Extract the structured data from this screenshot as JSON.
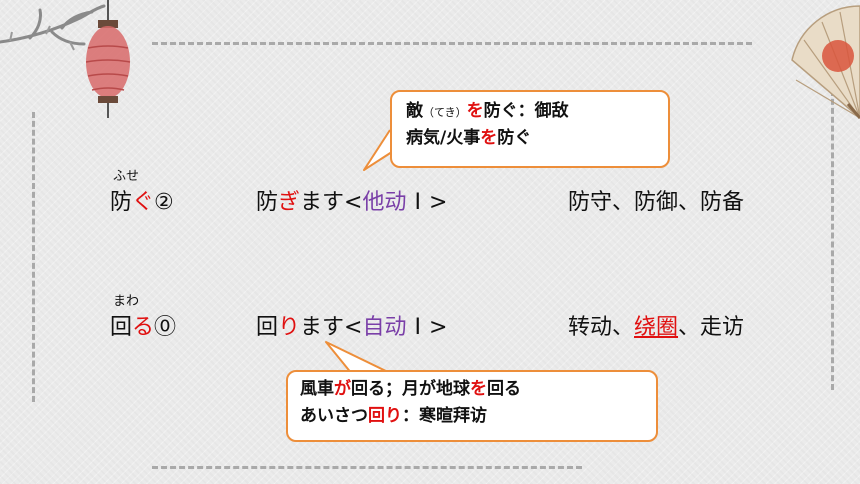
{
  "rows": [
    {
      "reading": "ふせ",
      "word_base": "防",
      "word_okurigana": "ぐ",
      "accent": "②",
      "polite_base": "防",
      "polite_red": "ぎ",
      "polite_rest": "ます",
      "conj_open": "<",
      "conj_type": "他动",
      "conj_class": "Ⅰ",
      "conj_close": ">",
      "meaning_1": "防守、防御、防备"
    },
    {
      "reading": "まわ",
      "word_base": "回",
      "word_okurigana": "る",
      "accent": "⓪",
      "polite_base": "回",
      "polite_red": "り",
      "polite_rest": "ます",
      "conj_open": "<",
      "conj_type": "自动",
      "conj_class": "Ⅰ",
      "conj_close": ">",
      "meaning_1": "转动、",
      "meaning_2": "绕圈",
      "meaning_3": "、走访"
    }
  ],
  "callout_top": {
    "l1_a": "敵",
    "l1_reading": "（てき）",
    "l1_red": "を",
    "l1_b": "防ぐ：御敌",
    "l2_a": "病気/火事",
    "l2_red": "を",
    "l2_b": "防ぐ"
  },
  "callout_bottom": {
    "l1_a": "風車",
    "l1_red1": "が",
    "l1_b": "回る；月が地球",
    "l1_red2": "を",
    "l1_c": "回る",
    "l2_a": "あいさつ",
    "l2_red": "回り",
    "l2_b": "：寒暄拜访"
  },
  "colors": {
    "accent_red": "#e01010",
    "verb_type_purple": "#7a3fa8",
    "callout_border": "#ed8e3a"
  },
  "icons": [
    "branch-icon",
    "lantern-icon",
    "fan-icon"
  ]
}
